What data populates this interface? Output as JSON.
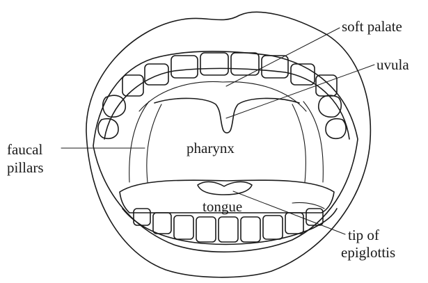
{
  "labels": {
    "soft_palate": "soft palate",
    "uvula": "uvula",
    "faucal": "faucal",
    "pillars": "pillars",
    "pharynx": "pharynx",
    "tongue": "tongue",
    "tip_of": "tip of",
    "epiglottis": "epiglottis"
  },
  "colors": {
    "ink": "#1a1a1a",
    "background": "#ffffff"
  }
}
